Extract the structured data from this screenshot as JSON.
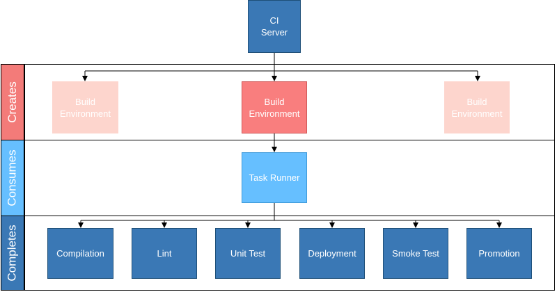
{
  "diagram": {
    "ci_server": {
      "line1": "CI",
      "line2": "Server"
    },
    "lanes": {
      "creates": "Creates",
      "consumes": "Consumes",
      "completes": "Completes"
    },
    "build_environments": [
      {
        "line1": "Build",
        "line2": "Environment",
        "emphasis": "faded"
      },
      {
        "line1": "Build",
        "line2": "Environment",
        "emphasis": "active"
      },
      {
        "line1": "Build",
        "line2": "Environment",
        "emphasis": "faded"
      }
    ],
    "task_runner": "Task Runner",
    "tasks": [
      "Compilation",
      "Lint",
      "Unit Test",
      "Deployment",
      "Smoke Test",
      "Promotion"
    ]
  },
  "colors": {
    "primary_blue": "#3a78b5",
    "light_blue": "#66bfff",
    "build_active": "#f97e7e",
    "build_faded": "#fdd5cd",
    "lane_creates": "#f37b79",
    "lane_consumes": "#66bfff",
    "lane_completes": "#3a78b5"
  }
}
